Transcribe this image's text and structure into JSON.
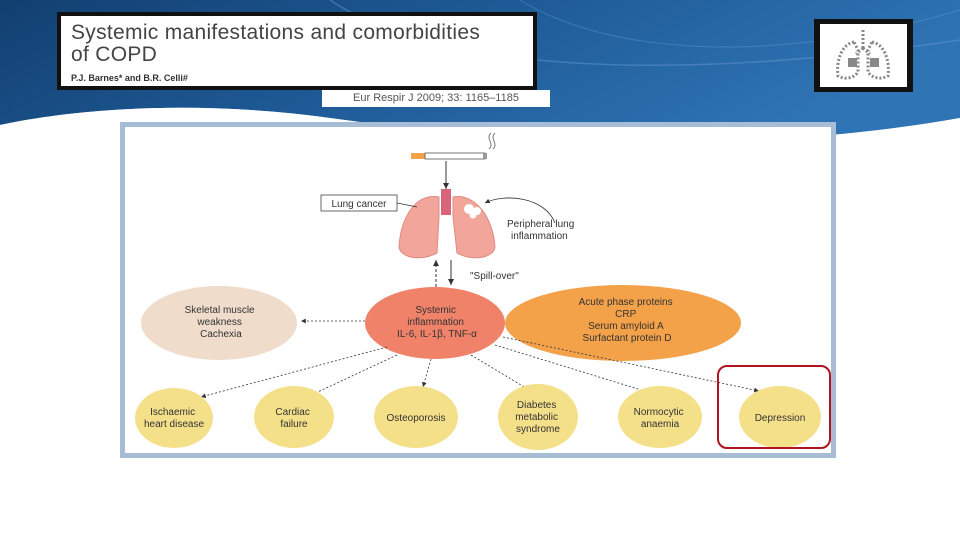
{
  "title": {
    "line1": "Systemic manifestations and comorbidities",
    "line2": "of COPD",
    "authors": "P.J. Barnes* and B.R. Celli#"
  },
  "citation": "Eur Respir J 2009; 33: 1165–1185",
  "logo": {
    "icon": "lungs-logo-icon"
  },
  "diagram": {
    "lung_cancer": "Lung cancer",
    "peripheral": [
      "Peripheral lung",
      "inflammation"
    ],
    "spill_over": "\"Spill-over\"",
    "systemic": [
      "Systemic",
      "inflammation",
      "IL-6, IL-1β, TNF-α"
    ],
    "acute_phase": [
      "Acute phase proteins",
      "CRP",
      "Serum amyloid A",
      "Surfactant protein D"
    ],
    "skeletal": [
      "Skeletal muscle",
      "weakness",
      "Cachexia"
    ],
    "outcomes": [
      [
        "Ischaemic",
        "heart disease"
      ],
      [
        "Cardiac",
        "failure"
      ],
      [
        "Osteoporosis"
      ],
      [
        "Diabetes",
        "metabolic",
        "syndrome"
      ],
      [
        "Normocytic",
        "anaemia"
      ],
      [
        "Depression"
      ]
    ]
  },
  "colors": {
    "banner": "#1e5a96",
    "systemic": "#f0826a",
    "acute": "#f4a24a",
    "skeletal": "#efdccb",
    "outcome": "#f5e08a",
    "highlight": "#b0141e"
  }
}
